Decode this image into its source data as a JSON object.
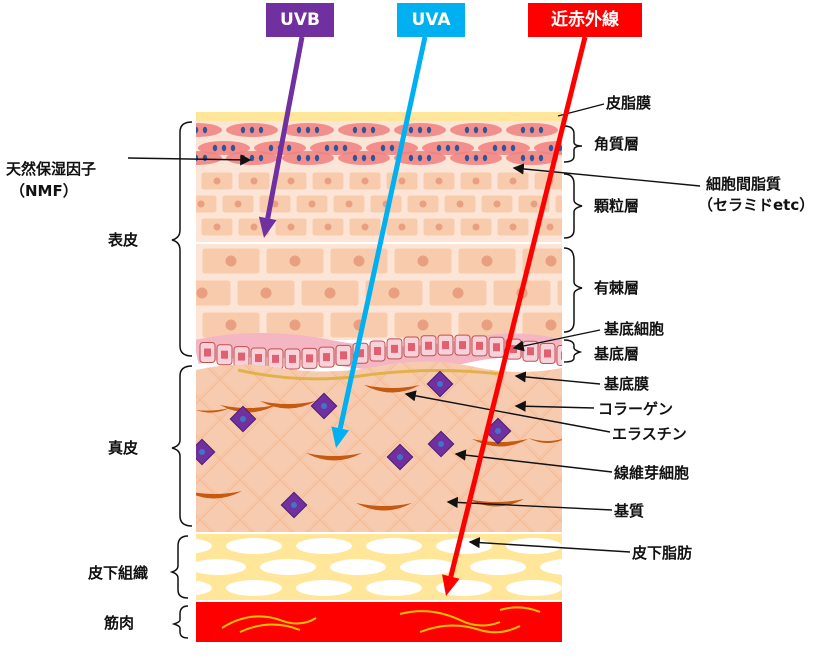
{
  "rays": {
    "uvb": {
      "label": "UVB",
      "color": "#7030A0"
    },
    "uva": {
      "label": "UVA",
      "color": "#00B0F0"
    },
    "nir": {
      "label": "近赤外線",
      "color": "#FF0000"
    }
  },
  "labels": {
    "sebum": "皮脂膜",
    "stratum_corneum": "角質層",
    "nmf_line1": "天然保湿因子",
    "nmf_line2": "（NMF）",
    "intercellular_line1": "細胞間脂質",
    "intercellular_line2": "（セラミドetc）",
    "granular": "顆粒層",
    "epidermis": "表皮",
    "spinous": "有棘層",
    "basal_cell": "基底細胞",
    "basal_layer": "基底層",
    "basement_membrane": "基底膜",
    "collagen": "コラーゲン",
    "elastin": "エラスチン",
    "dermis": "真皮",
    "fibroblast": "線維芽細胞",
    "matrix": "基質",
    "subcutaneous_fat": "皮下脂肪",
    "subcutaneous_tissue": "皮下組織",
    "muscle": "筋肉"
  },
  "colors": {
    "sebum": "#FFE699",
    "corneum_cell": "#F08080",
    "cell_fill": "#F8CBAD",
    "cell_border": "#FBE5D6",
    "nucleus": "#E8A080",
    "dermis": "#F7CBB0",
    "fiber": "#C55A11",
    "fibroblast": "#7030A0",
    "fat_bg": "#FFE699",
    "muscle": "#FF0000",
    "muscle_fiber": "#FFC000"
  }
}
